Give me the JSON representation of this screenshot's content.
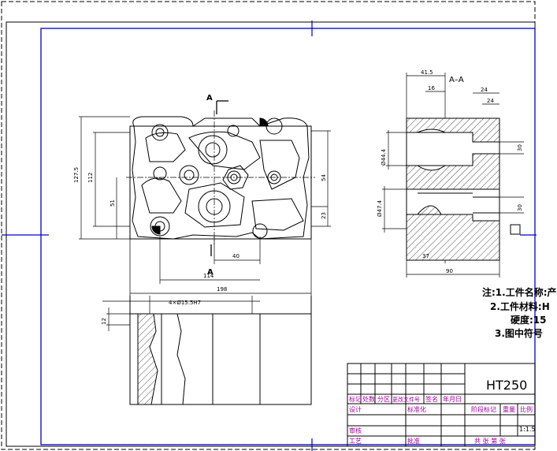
{
  "drawing": {
    "section_marker": "A",
    "section_label": "A–A",
    "dimensions": {
      "overall_height": "127.5",
      "inner_height": "112",
      "left_offset": "51",
      "right_height": "54",
      "right_small": "23",
      "bottom_a": "40",
      "bottom_b": "114",
      "total_width": "198",
      "holes": "4×Ø15.5H7",
      "side_height": "12",
      "sec_top": "41.5",
      "sec_top_inner": "16",
      "sec_right_a": "24",
      "sec_right_b": "24",
      "sec_dia_1": "Ø44.4",
      "sec_dia_2": "Ø47.4",
      "sec_bottom": "37",
      "sec_total": "90",
      "sec_depth_1": "30",
      "sec_depth_2": "30"
    },
    "notes": [
      "注:1.工件名称:产",
      "2.工件材料:H",
      "硬度:15",
      "3.图中符号"
    ]
  },
  "title_block": {
    "material": "HT250",
    "scale": "1:1.5",
    "headers_row": [
      "标记",
      "处数",
      "分区",
      "更改文件号",
      "签名",
      "年月日"
    ],
    "labels": {
      "design": "设计",
      "standardize": "标准化",
      "stage_mark": "阶段标记",
      "weight": "重量",
      "ratio": "比例",
      "review": "审核",
      "process": "工艺",
      "approve": "批准",
      "sheets": "共 张 第 张"
    }
  }
}
